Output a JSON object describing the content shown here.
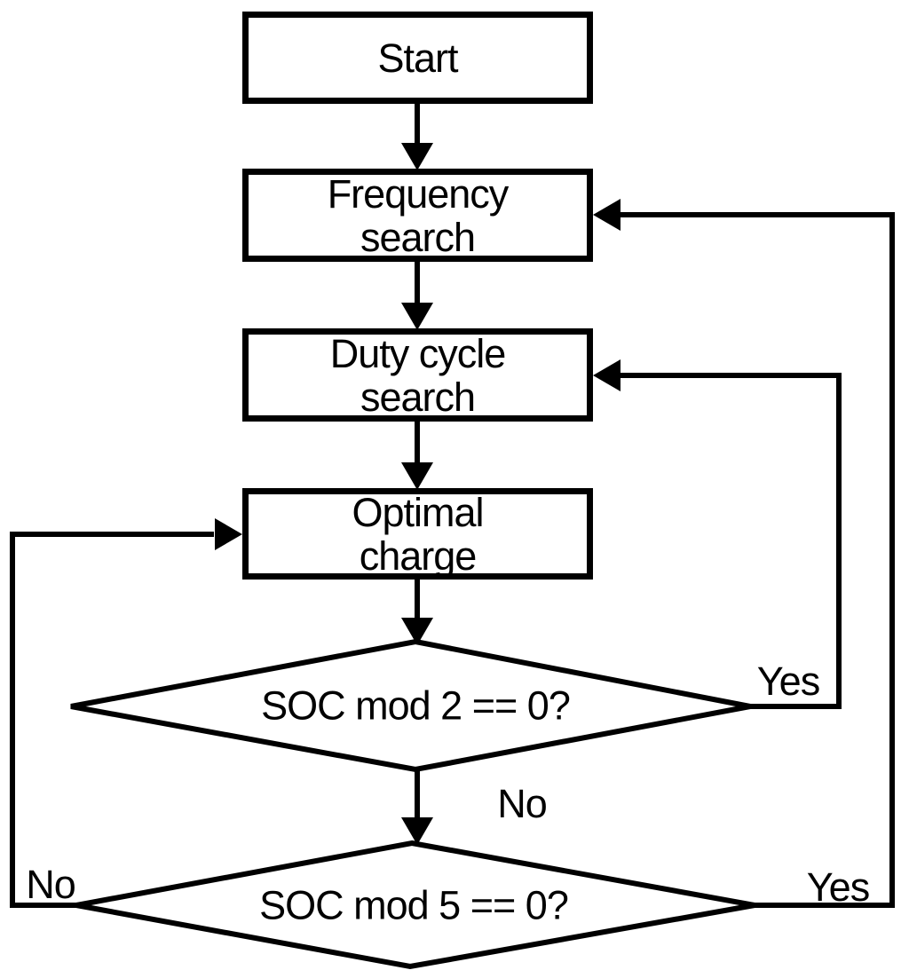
{
  "flowchart": {
    "background_color": "#ffffff",
    "stroke_color": "#000000",
    "nodes": [
      {
        "id": "start",
        "type": "process",
        "lines": [
          "Start"
        ]
      },
      {
        "id": "frequency-search",
        "type": "process",
        "lines": [
          "Frequency",
          "search"
        ]
      },
      {
        "id": "duty-cycle-search",
        "type": "process",
        "lines": [
          "Duty cycle",
          "search"
        ]
      },
      {
        "id": "optimal-charge",
        "type": "process",
        "lines": [
          "Optimal",
          "charge"
        ]
      },
      {
        "id": "soc-mod-2",
        "type": "decision",
        "lines": [
          "SOC mod 2 ==",
          "0?"
        ]
      },
      {
        "id": "soc-mod-5",
        "type": "decision",
        "lines": [
          "SOC mod 5 ==",
          "0?"
        ]
      }
    ],
    "edge_labels": [
      {
        "id": "yes-soc2",
        "label": "Yes"
      },
      {
        "id": "no-soc2",
        "label": "No"
      },
      {
        "id": "no-soc5",
        "label": "No"
      },
      {
        "id": "yes-soc5",
        "label": "Yes"
      }
    ],
    "edges": [
      {
        "from": "start",
        "to": "frequency-search"
      },
      {
        "from": "frequency-search",
        "to": "duty-cycle-search"
      },
      {
        "from": "duty-cycle-search",
        "to": "optimal-charge"
      },
      {
        "from": "optimal-charge",
        "to": "soc-mod-2"
      },
      {
        "from": "soc-mod-2",
        "to": "duty-cycle-search",
        "label": "Yes"
      },
      {
        "from": "soc-mod-2",
        "to": "soc-mod-5",
        "label": "No"
      },
      {
        "from": "soc-mod-5",
        "to": "optimal-charge",
        "label": "No"
      },
      {
        "from": "soc-mod-5",
        "to": "frequency-search",
        "label": "Yes"
      }
    ]
  }
}
